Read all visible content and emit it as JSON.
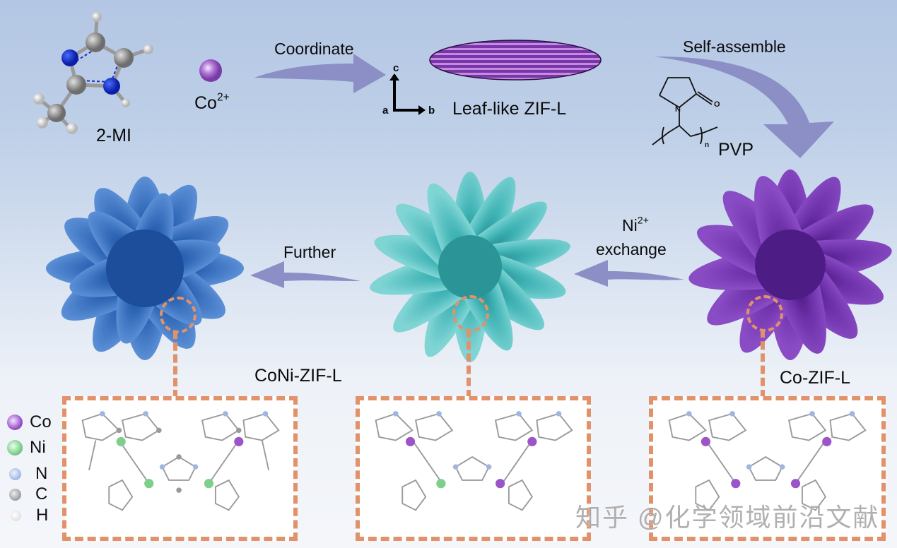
{
  "top_row": {
    "ligand_label": "2-MI",
    "metal_ion": {
      "base": "Co",
      "charge": "2+"
    },
    "step1_label": "Coordinate",
    "axes": {
      "c": "c",
      "a": "a",
      "b": "b"
    },
    "leaf_label": "Leaf-like ZIF-L",
    "step2_label": "Self-assemble",
    "pvp": {
      "label": "PVP",
      "n": "n",
      "o": "O",
      "n_atom": "N"
    }
  },
  "middle_row": {
    "exchange_ion": {
      "base": "Ni",
      "charge": "2+"
    },
    "exchange_label": "exchange",
    "further_label": "Further",
    "structures": [
      {
        "name": "CoNi-ZIF-L",
        "color": "#2b63b3"
      },
      {
        "name": "",
        "color": "#3fb3b5"
      },
      {
        "name": "Co-ZIF-L",
        "color": "#6b2fa8"
      }
    ],
    "coni_label": "CoNi-ZIF-L",
    "co_label": "Co-ZIF-L"
  },
  "legend": [
    {
      "symbol": "Co",
      "color": "#9b55c9",
      "size": 22
    },
    {
      "symbol": "Ni",
      "color": "#7fcf8c",
      "size": 22
    },
    {
      "symbol": "N",
      "color": "#9fb6e0",
      "size": 17
    },
    {
      "symbol": "C",
      "color": "#9a9a9a",
      "size": 17
    },
    {
      "symbol": "H",
      "color": "#e8e8e8",
      "size": 15
    }
  ],
  "panels": [
    {
      "metals": [
        "Ni",
        "Co",
        "Ni",
        "Ni"
      ]
    },
    {
      "metals": [
        "Co",
        "Co",
        "Ni",
        "Co"
      ]
    },
    {
      "metals": [
        "Co",
        "Co",
        "Co",
        "Co"
      ]
    }
  ],
  "colors": {
    "arrow": "#8b8fc6",
    "dash": "#e2926a",
    "co": "#9b55c9",
    "ni": "#7fcf8c"
  },
  "watermark": "知乎 @化学领域前沿文献"
}
